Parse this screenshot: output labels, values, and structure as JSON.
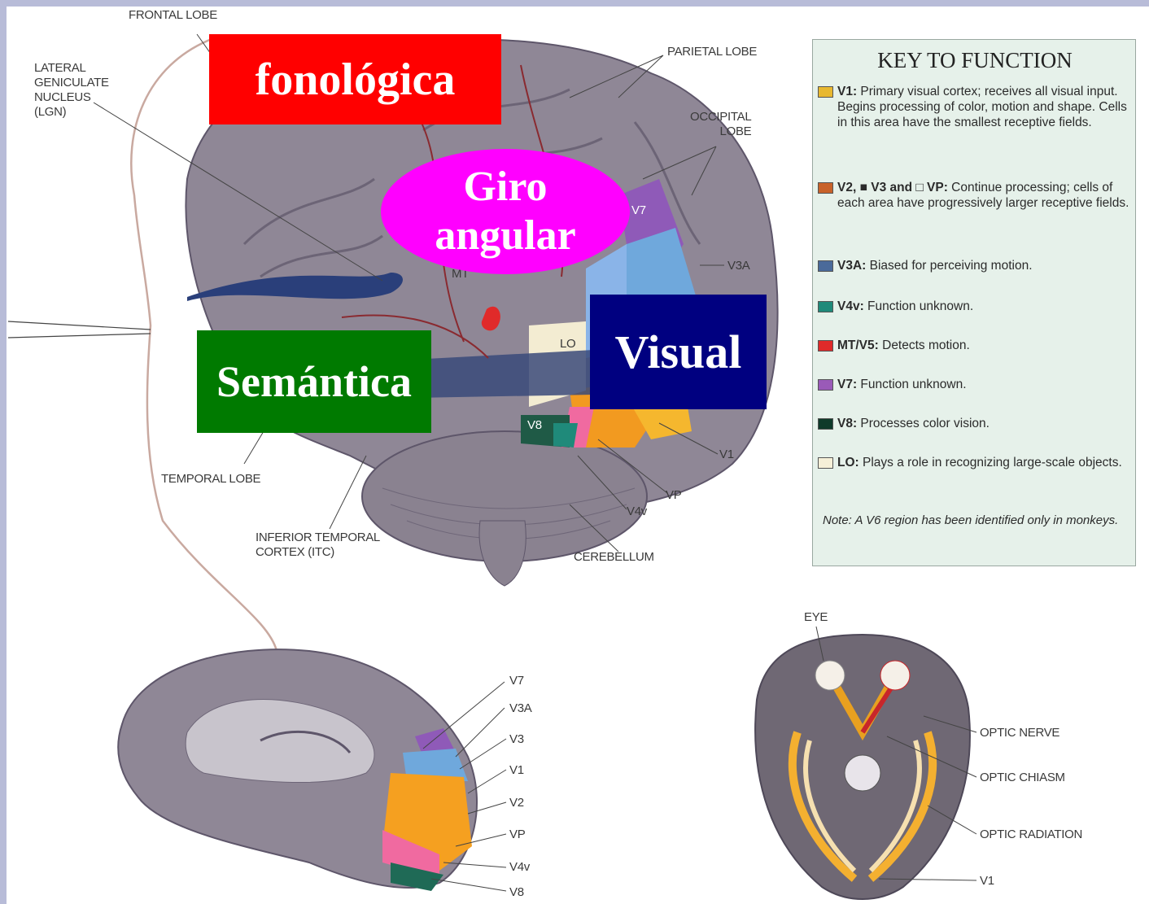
{
  "overlays": {
    "fonologica": "fonológica",
    "giro": "Giro angular",
    "semantica": "Semántica",
    "visual": "Visual"
  },
  "labels": {
    "frontal_lobe": "FRONTAL LOBE",
    "lgn": "LATERAL\nGENICULATE\nNUCLEUS\n(LGN)",
    "parietal_lobe": "PARIETAL LOBE",
    "occipital_lobe": "OCCIPITAL\nLOBE",
    "v3a": "V3A",
    "lo": "LO",
    "v7": "V7",
    "v8": "V8",
    "v1": "V1",
    "vp": "VP",
    "v4v": "V4v",
    "mt": "MT",
    "temporal_lobe": "TEMPORAL LOBE",
    "itc": "INFERIOR TEMPORAL\nCORTEX (ITC)",
    "cerebellum": "CEREBELLUM"
  },
  "medial_labels": [
    "V7",
    "V3A",
    "V3",
    "V1",
    "V2",
    "VP",
    "V4v",
    "V8"
  ],
  "bottom_labels": {
    "eye": "EYE",
    "optic_nerve": "OPTIC NERVE",
    "optic_chiasm": "OPTIC CHIASM",
    "optic_radiation": "OPTIC RADIATION",
    "v1": "V1"
  },
  "key": {
    "title": "KEY TO FUNCTION",
    "items": [
      {
        "color": "#e8b830",
        "code": "V1:",
        "text": " Primary visual cortex; receives all visual input. Begins processing of color, motion and shape. Cells in this area have the smallest receptive fields."
      },
      {
        "color": "#c8622a",
        "code": "V2, ■ V3 and □ VP:",
        "text": " Continue processing; cells of each area have progressively larger receptive fields."
      },
      {
        "color": "#4a6a9a",
        "code": "V3A:",
        "text": " Biased for perceiving motion."
      },
      {
        "color": "#1f8a7a",
        "code": "V4v:",
        "text": " Function unknown."
      },
      {
        "color": "#e02a2a",
        "code": "MT/V5:",
        "text": " Detects motion."
      },
      {
        "color": "#9a5ab8",
        "code": "V7:",
        "text": " Function unknown."
      },
      {
        "color": "#0f3a2a",
        "code": "V8:",
        "text": " Processes color vision."
      },
      {
        "color": "#f6f0d8",
        "code": "LO:",
        "text": " Plays a role in recognizing large-scale objects."
      }
    ],
    "note": "Note: A V6 region has been identified only in monkeys."
  },
  "colors": {
    "fonologica_bg": "#ff0000",
    "giro_bg": "#ff00ff",
    "semantica_bg": "#007a00",
    "visual_bg": "#000080"
  }
}
